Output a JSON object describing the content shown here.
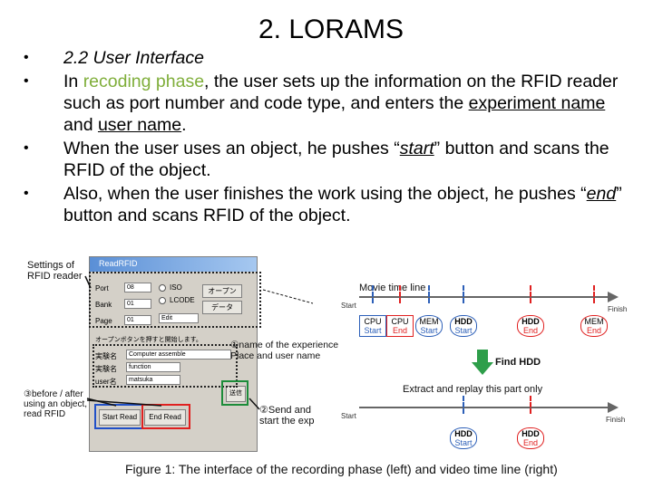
{
  "title": "2. LORAMS",
  "bullets": {
    "b1": "2.2 User Interface",
    "b2_pre": "In ",
    "b2_hl": "recoding phase",
    "b2_mid": ", the user sets up the information on the RFID reader such as port number and code type, and enters the ",
    "b2_u1": "experiment name",
    "b2_and": " and ",
    "b2_u2": "user name",
    "b2_end": ".",
    "b3_pre": "When the user uses an object, he pushes “",
    "b3_em": "start",
    "b3_post": "” button and scans the RFID of the object.",
    "b4_pre": "Also, when the user finishes the work using the object, he pushes “",
    "b4_em": "end",
    "b4_post": "” button and scans RFID of the object."
  },
  "window": {
    "title": "ReadRFID",
    "port_label": "Port",
    "port_value": "08",
    "bank_label": "Bank",
    "bank_value": "01",
    "page_label": "Page",
    "page_value": "01",
    "iso": "ISO",
    "lcode": "LCODE",
    "edit": "Edit",
    "open_btn": "オープン",
    "data_btn": "データ",
    "notice": "オープンボタンを押すと開始します。",
    "exp_label": "実験名",
    "exp_value": "Computer assemble",
    "func_label": "実験名",
    "func_value": "function",
    "user_label": "user名",
    "user_value": "matsuka",
    "send_btn": "送信",
    "start_read": "Start Read",
    "end_read": "End Read"
  },
  "annotations": {
    "settings": "Settings of RFID reader",
    "name": "①name of the experience Place and user name",
    "send": "②Send and start the exp",
    "before_after": "③before / after using an object, read RFID"
  },
  "timeline": {
    "movie_time_line": "Movie time line",
    "start": "Start",
    "finish": "Finish",
    "find_hdd": "Find HDD",
    "extract": "Extract and replay this part only",
    "top_markers": [
      {
        "obj": "CPU",
        "evt": "Start",
        "color": "blue"
      },
      {
        "obj": "CPU",
        "evt": "End",
        "color": "red"
      },
      {
        "obj": "MEM",
        "evt": "Start",
        "color": "blue"
      },
      {
        "obj": "HDD",
        "evt": "Start",
        "color": "blue"
      },
      {
        "obj": "HDD",
        "evt": "End",
        "color": "red"
      },
      {
        "obj": "MEM",
        "evt": "End",
        "color": "red"
      }
    ],
    "bottom_markers": [
      {
        "obj": "HDD",
        "evt": "Start",
        "color": "blue"
      },
      {
        "obj": "HDD",
        "evt": "End",
        "color": "red"
      }
    ]
  },
  "caption": "Figure 1: The interface of the recording phase (left) and video time line (right)",
  "colors": {
    "highlight": "#7fae3a",
    "red": "#e02020",
    "blue": "#2c5fb8",
    "arrow": "#2e9e4a"
  }
}
